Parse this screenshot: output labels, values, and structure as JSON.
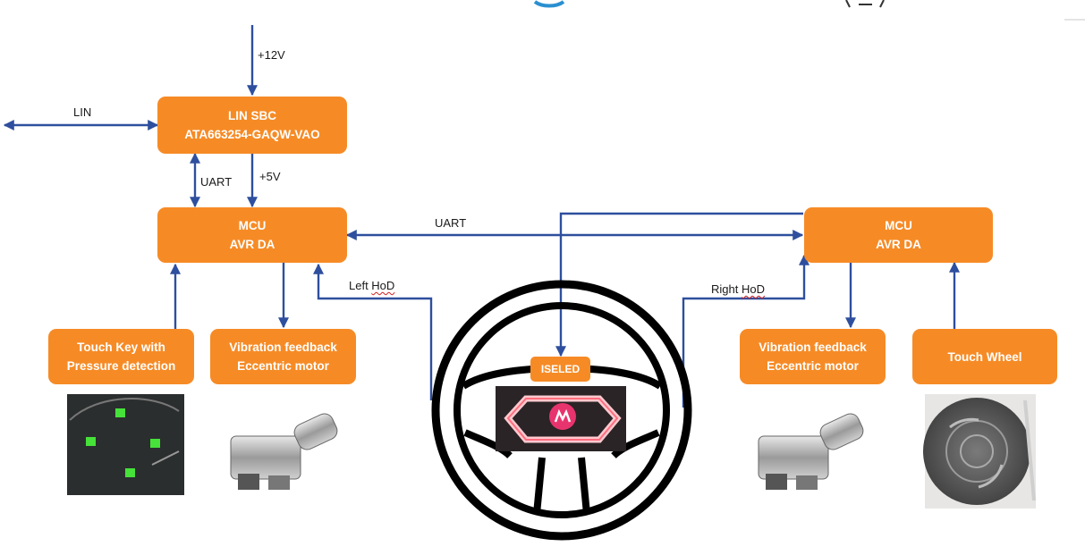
{
  "blocks": {
    "lin_sbc": {
      "line1": "LIN SBC",
      "line2": "ATA663254-GAQW-VAO"
    },
    "mcu_left": {
      "line1": "MCU",
      "line2": "AVR DA"
    },
    "mcu_right": {
      "line1": "MCU",
      "line2": "AVR DA"
    },
    "touch_key": {
      "line1": "Touch Key with",
      "line2": "Pressure detection"
    },
    "vib_left": {
      "line1": "Vibration feedback",
      "line2": "Eccentric motor"
    },
    "vib_right": {
      "line1": "Vibration feedback",
      "line2": "Eccentric motor"
    },
    "touch_wheel": {
      "line1": "Touch Wheel"
    },
    "iseled": {
      "line1": "ISELED"
    }
  },
  "labels": {
    "v12": "+12V",
    "lin": "LIN",
    "uart_left": "UART",
    "v5": "+5V",
    "uart_mid": "UART",
    "left_hod_prefix": "Left ",
    "left_hod_word": "HoD",
    "right_hod_prefix": "Right ",
    "right_hod_word": "HoD"
  },
  "colors": {
    "block": "#f68b26",
    "connector": "#2e4f9e",
    "block_text": "#ffffff"
  }
}
